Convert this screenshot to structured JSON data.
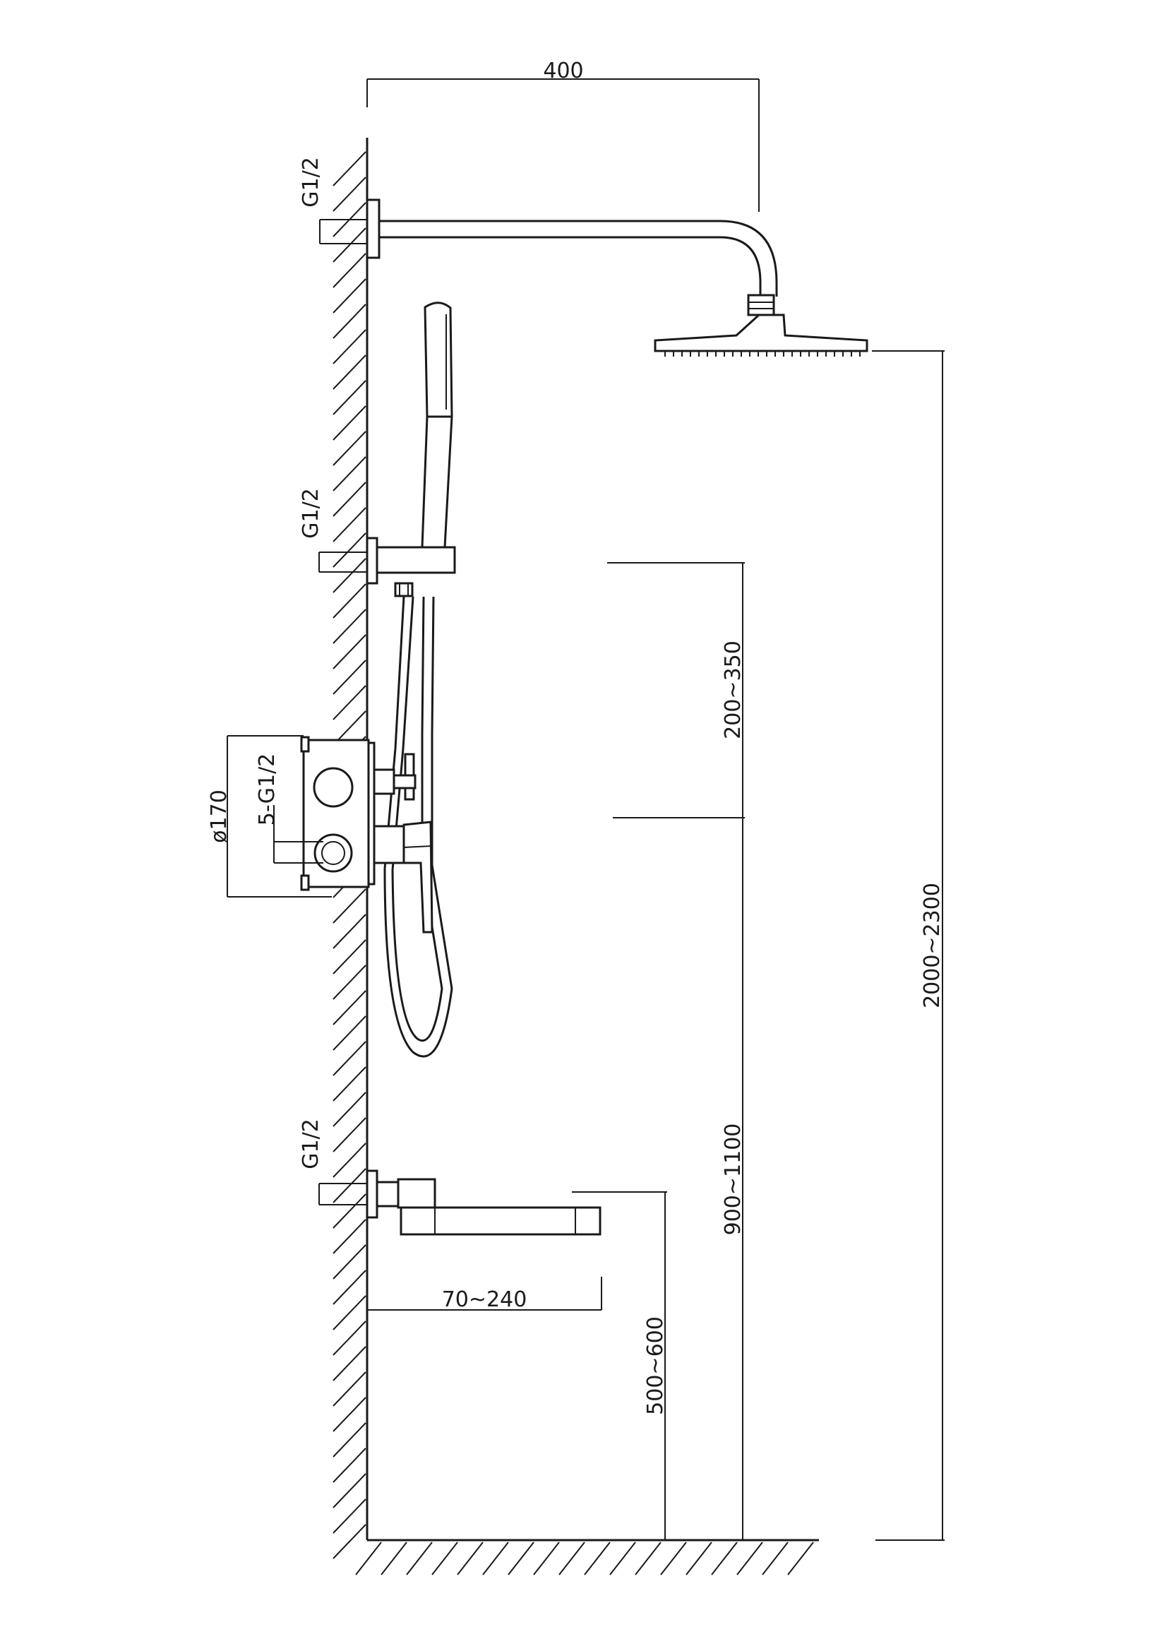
{
  "colors": {
    "line": "#1a1a1a",
    "background": "#ffffff"
  },
  "labels": {
    "arm_reach": "400",
    "inlet_top": "G1/2",
    "inlet_mid": "G1/2",
    "inlet_bottom": "G1/2",
    "valve_diameter": "ø170",
    "valve_ports": "5-G1/2",
    "holder_to_valve": "200~350",
    "valve_height": "900~1100",
    "head_height": "2000~2300",
    "spout_projection": "70~240",
    "spout_height": "500~600"
  }
}
